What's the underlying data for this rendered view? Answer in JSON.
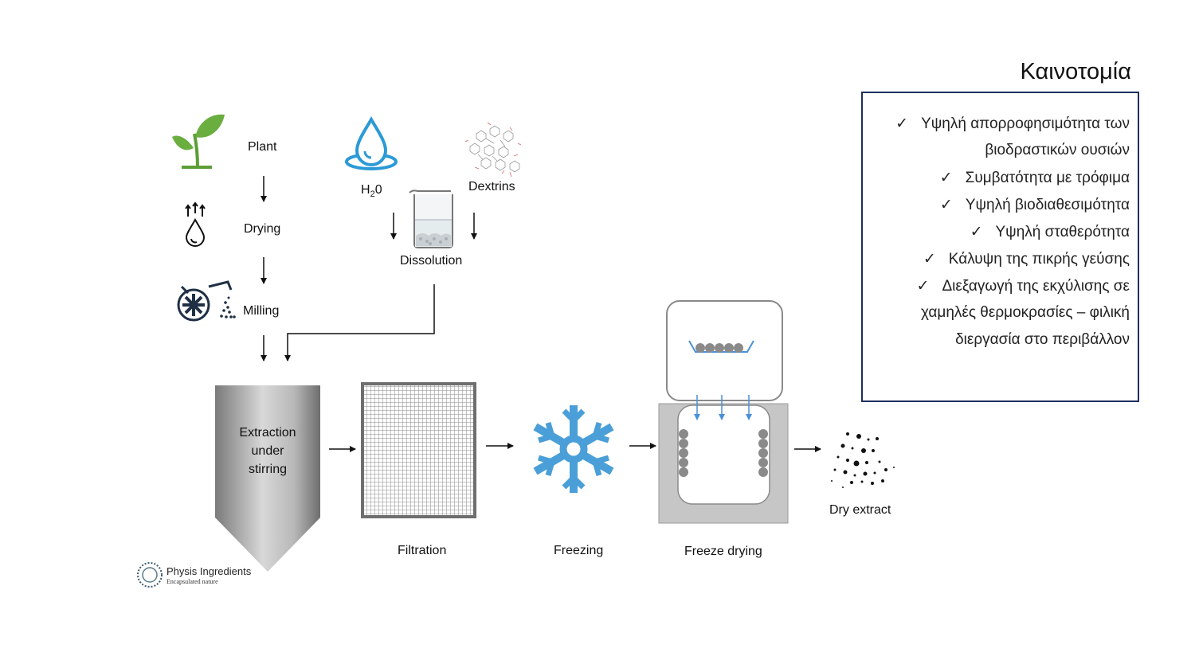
{
  "steps": {
    "plant": "Plant",
    "drying": "Drying",
    "milling": "Milling",
    "water_main": "H",
    "water_sub": "2",
    "water_tail": "0",
    "dextrins": "Dextrins",
    "dissolution": "Dissolution",
    "extraction_lines": [
      "Extraction",
      "under",
      "stirring"
    ],
    "filtration": "Filtration",
    "freezing": "Freezing",
    "freeze_drying": "Freeze drying",
    "dry_extract": "Dry extract"
  },
  "innovation": {
    "title": "Καινοτομία",
    "check_mark": "✓",
    "items": [
      "Υψηλή απορροφησιμότητα των",
      "βιοδραστικών ουσιών",
      "Συμβατότητα με τρόφιμα",
      "Υψηλή βιοδιαθεσιμότητα",
      "Υψηλή σταθερότητα",
      "Κάλυψη της πικρής γεύσης",
      "Διεξαγωγή της εκχύλισης σε",
      "χαμηλές θερμοκρασίες – φιλική",
      "διεργασία στο περιβάλλον"
    ]
  },
  "logo": {
    "name": "Physis Ingredients",
    "tagline": "Encapsulated nature"
  },
  "colors": {
    "plant_green": "#6aae3f",
    "water_blue": "#2b9ad7",
    "snowflake_blue": "#4a9fd8",
    "arrow_blue": "#4a90d9",
    "panel_border": "#1f2f5e",
    "icon_dark": "#1f3045"
  }
}
